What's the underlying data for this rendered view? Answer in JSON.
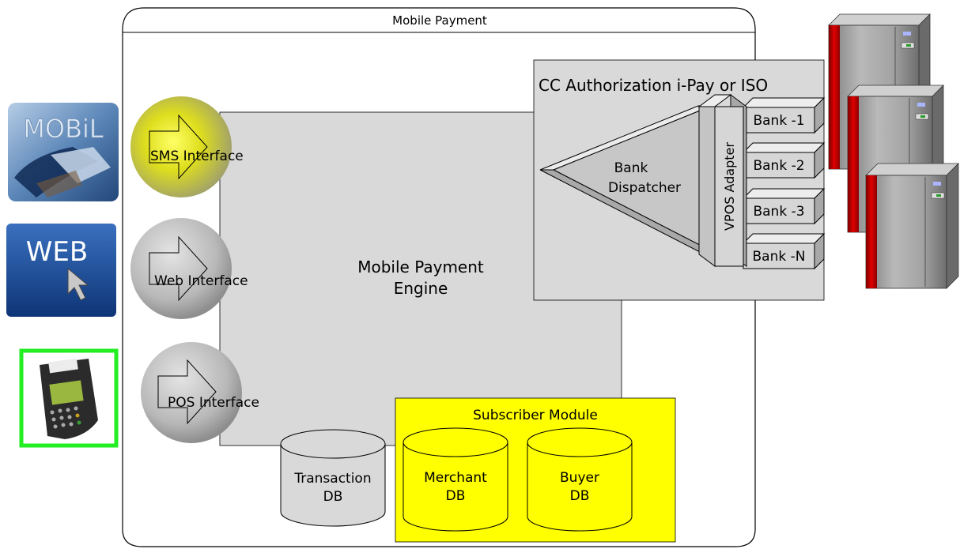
{
  "container": {
    "title": "Mobile Payment"
  },
  "engine": {
    "line1": "Mobile Payment",
    "line2": "Engine"
  },
  "interfaces": [
    {
      "label": "SMS Interface"
    },
    {
      "label": "Web Interface"
    },
    {
      "label": "POS Interface"
    }
  ],
  "channels": {
    "mobil": {
      "label": "MOBiL"
    },
    "web": {
      "label": "WEB"
    }
  },
  "authorization": {
    "title": "CC Authorization i-Pay or ISO",
    "dispatcher": {
      "line1": "Bank",
      "line2": "Dispatcher"
    },
    "adapter": "VPOS Adapter",
    "banks": [
      {
        "label": "Bank -1"
      },
      {
        "label": "Bank -2"
      },
      {
        "label": "Bank -3"
      },
      {
        "label": "Bank -N"
      }
    ]
  },
  "transaction_db": {
    "line1": "Transaction",
    "line2": "DB"
  },
  "subscriber_module": {
    "title": "Subscriber Module",
    "merchant_db": {
      "line1": "Merchant",
      "line2": "DB"
    },
    "buyer_db": {
      "line1": "Buyer",
      "line2": "DB"
    }
  },
  "colors": {
    "subscriber_fill": "#ffff00",
    "engine_fill": "#d9d9d9",
    "sms_circle": "#e6e600",
    "pos_frame": "#22ee22",
    "server_red": "#cc0000"
  },
  "icons": {
    "mobil": "phone-card-icon",
    "web": "cursor-arrow-icon",
    "pos": "pos-terminal-icon",
    "server": "server-icon"
  }
}
